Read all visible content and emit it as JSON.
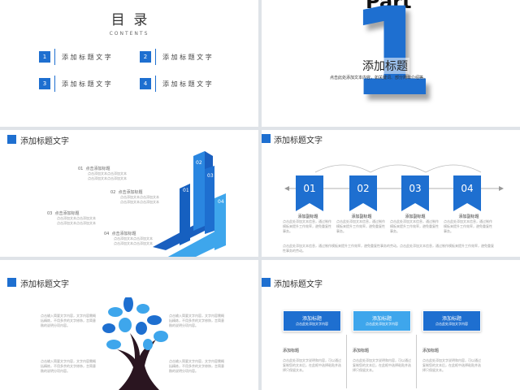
{
  "slide1": {
    "title": "目  录",
    "subtitle": "CONTENTS",
    "items": [
      {
        "num": "1",
        "text": "添 加 标 题 文 字"
      },
      {
        "num": "2",
        "text": "添 加 标 题 文 字"
      },
      {
        "num": "3",
        "text": "添 加 标 题 文 字"
      },
      {
        "num": "4",
        "text": "添 加 标 题 文 字"
      }
    ]
  },
  "slide2": {
    "part": "Part",
    "number": "1",
    "heading": "添加标题",
    "subtext": "点击此处添加文本内容，如关键词、部分简单介绍等。"
  },
  "slide3": {
    "title": "添加标题文字",
    "steps": [
      {
        "label": "01  点击添加标题",
        "lines": [
          "点击添加文本点击添加文本",
          "点击添加文本点击添加文本"
        ]
      },
      {
        "label": "02  点击添加标题",
        "lines": [
          "点击添加文本点击添加文本",
          "点击添加文本点击添加文本"
        ]
      },
      {
        "label": "03  点击添加标题",
        "lines": [
          "点击添加文本点击添加文本",
          "点击添加文本点击添加文本"
        ]
      },
      {
        "label": "04  点击添加标题",
        "lines": [
          "点击添加文本点击添加文本",
          "点击添加文本点击添加文本"
        ]
      }
    ],
    "bars": [
      "01",
      "02",
      "03",
      "04"
    ]
  },
  "slide4": {
    "title": "添加标题文字",
    "flags": [
      {
        "num": "01",
        "label": "添加副标题",
        "desc": "点击此处添加文本信息，通过制作模板来提升工作效率，避免重复性事务。"
      },
      {
        "num": "02",
        "label": "添加副标题",
        "desc": "点击此处添加文本信息，通过制作模板来提升工作效率，避免重复性事务。"
      },
      {
        "num": "03",
        "label": "添加副标题",
        "desc": "点击此处添加文本信息，通过制作模板来提升工作效率，避免重复性事务。"
      },
      {
        "num": "04",
        "label": "添加副标题",
        "desc": "点击此处添加文本信息，通过制作模板来提升工作效率，避免重复性事务。"
      }
    ],
    "bottom_text": "点击此处添加文本信息，通过制作模板来提升工作效率，避免重复性事务的劳动。点击此处添加文本信息，通过制作模板来提升工作效率，避免重复性事务的劳动。"
  },
  "slide5": {
    "title": "添加标题文字",
    "blocks": [
      {
        "text": "点击输入简要文字内容，文字内容需概括精炼，不用多余的文字修饰，言简意赅的说明分项内容。"
      },
      {
        "text": "点击输入简要文字内容，文字内容需概括精炼，不用多余的文字修饰，言简意赅的说明分项内容。"
      },
      {
        "text": "点击输入简要文字内容，文字内容需概括精炼，不用多余的文字修饰，言简意赅的说明分项内容。"
      },
      {
        "text": "点击输入简要文字内容，文字内容需概括精炼，不用多余的文字修饰，言简意赅的说明分项内容。"
      }
    ]
  },
  "slide6": {
    "title": "添加标题文字",
    "cards": [
      {
        "head": "添加标题",
        "sub": "点击此处添加文字内容",
        "label": "添加标题",
        "desc": "点击此处添加文字说明和内容，可以通过复制您的文本后，在此框中选择粘贴并选择只保留文本。"
      },
      {
        "head": "添加标题",
        "sub": "点击此处添加文字内容",
        "label": "添加标题",
        "desc": "点击此处添加文字说明和内容，可以通过复制您的文本后，在此框中选择粘贴并选择只保留文本。"
      },
      {
        "head": "添加标题",
        "sub": "点击此处添加文字内容",
        "label": "添加标题",
        "desc": "点击此处添加文字说明和内容，可以通过复制您的文本后，在此框中选择粘贴并选择只保留文本。"
      }
    ]
  }
}
